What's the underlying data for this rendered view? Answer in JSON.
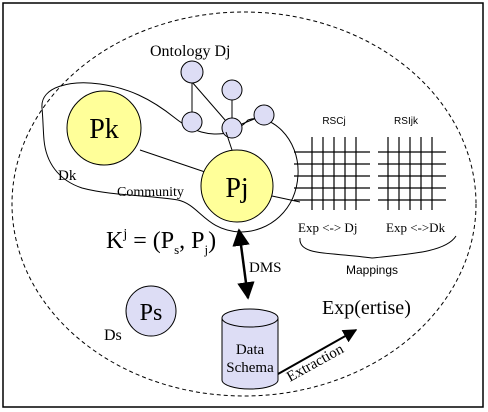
{
  "nodes": {
    "pk": "Pk",
    "pj": "Pj",
    "ps": "Ps"
  },
  "labels": {
    "ontology": "Ontology Dj",
    "dk": "Dk",
    "ds": "Ds",
    "community": "Community",
    "dms": "DMS",
    "expertise": "Exp(ertise)",
    "extraction": "Extraction",
    "data_schema_line1": "Data",
    "data_schema_line2": "Schema",
    "rscj": "RSCj",
    "rsijk": "RSIjk",
    "exp_dj": "Exp <-> Dj",
    "exp_dk": "Exp <->Dk",
    "mappings": "Mappings"
  },
  "formula": {
    "k": "K",
    "k_sup": "j",
    "eq_open": " = (P",
    "ps_sub": "s",
    "comma_p": ", P",
    "pj_sub": "j",
    "close": ")"
  },
  "colors": {
    "peer_fill": "#ffff99",
    "small_fill": "#ddddf5",
    "stroke": "#000000"
  }
}
